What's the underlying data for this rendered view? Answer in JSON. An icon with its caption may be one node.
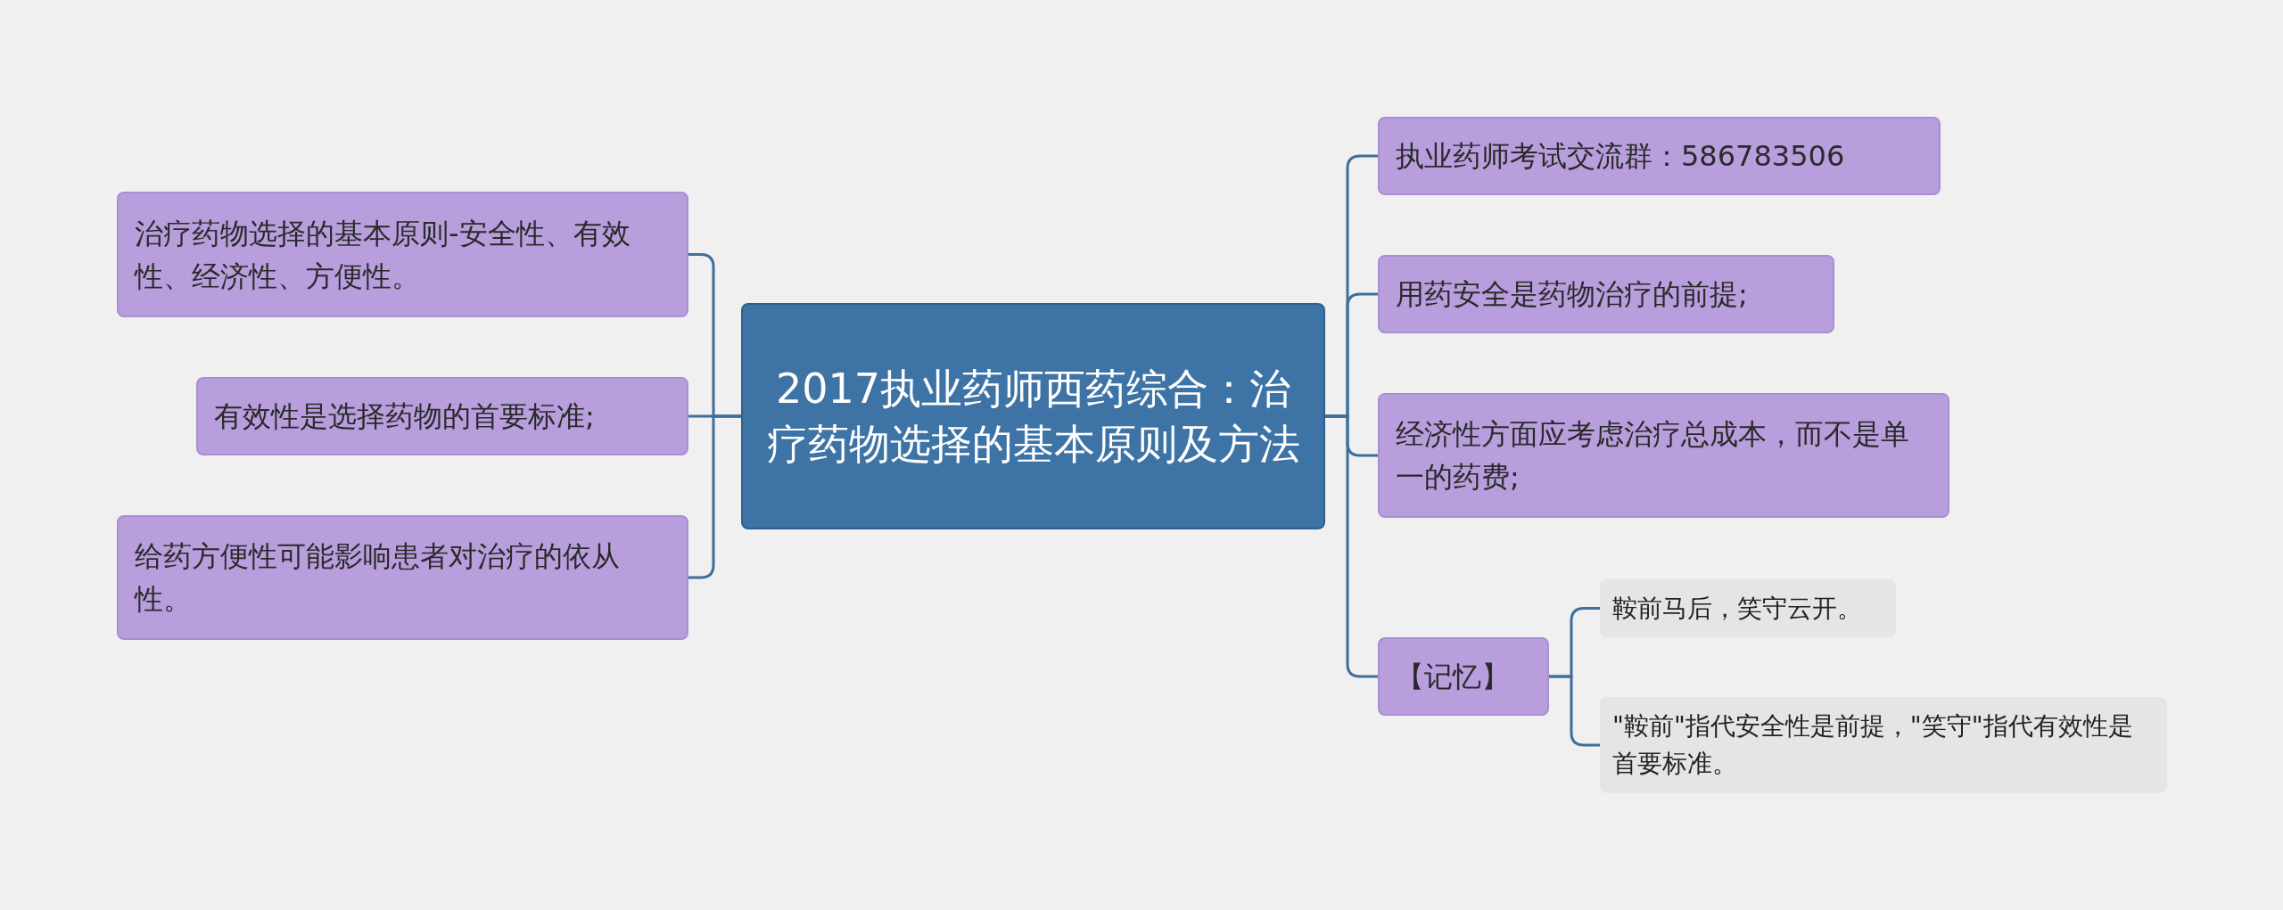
{
  "diagram": {
    "nodes": [
      {
        "text": [
          "2017执业药师西药综合：治疗药物选择的基本原则及方法"
        ]
      },
      {
        "text": [
          "治疗药物选择的基本原则-安全性、有效性、经济性、方便性。"
        ]
      },
      {
        "text": [
          "有效性是选择药物的首要标准;"
        ]
      },
      {
        "text": [
          "给药方便性可能影响患者对治疗的依从性。"
        ]
      },
      {
        "text": [
          "执业药师考试交流群：586783506"
        ]
      },
      {
        "text": [
          "用药安全是药物治疗的前提;"
        ]
      },
      {
        "text": [
          "经济性方面应考虑治疗总成本，而不是单一的药费;"
        ]
      },
      {
        "text": [
          "【记忆】"
        ]
      },
      {
        "text": [
          "鞍前马后，笑守云开。"
        ]
      },
      {
        "text": [
          "\"鞍前\"指代安全性是前提，\"笑守\"指代有效性是首要标准。"
        ]
      }
    ],
    "edges": [
      {
        "from": 0,
        "to": 1,
        "arrow": "none"
      },
      {
        "from": 0,
        "to": 2,
        "arrow": "none"
      },
      {
        "from": 0,
        "to": 3,
        "arrow": "none"
      },
      {
        "from": 0,
        "to": 4,
        "arrow": "none"
      },
      {
        "from": 0,
        "to": 5,
        "arrow": "none"
      },
      {
        "from": 0,
        "to": 6,
        "arrow": "none"
      },
      {
        "from": 0,
        "to": 7,
        "arrow": "none"
      },
      {
        "from": 7,
        "to": 8,
        "arrow": "none"
      },
      {
        "from": 7,
        "to": 9,
        "arrow": "none"
      }
    ]
  }
}
